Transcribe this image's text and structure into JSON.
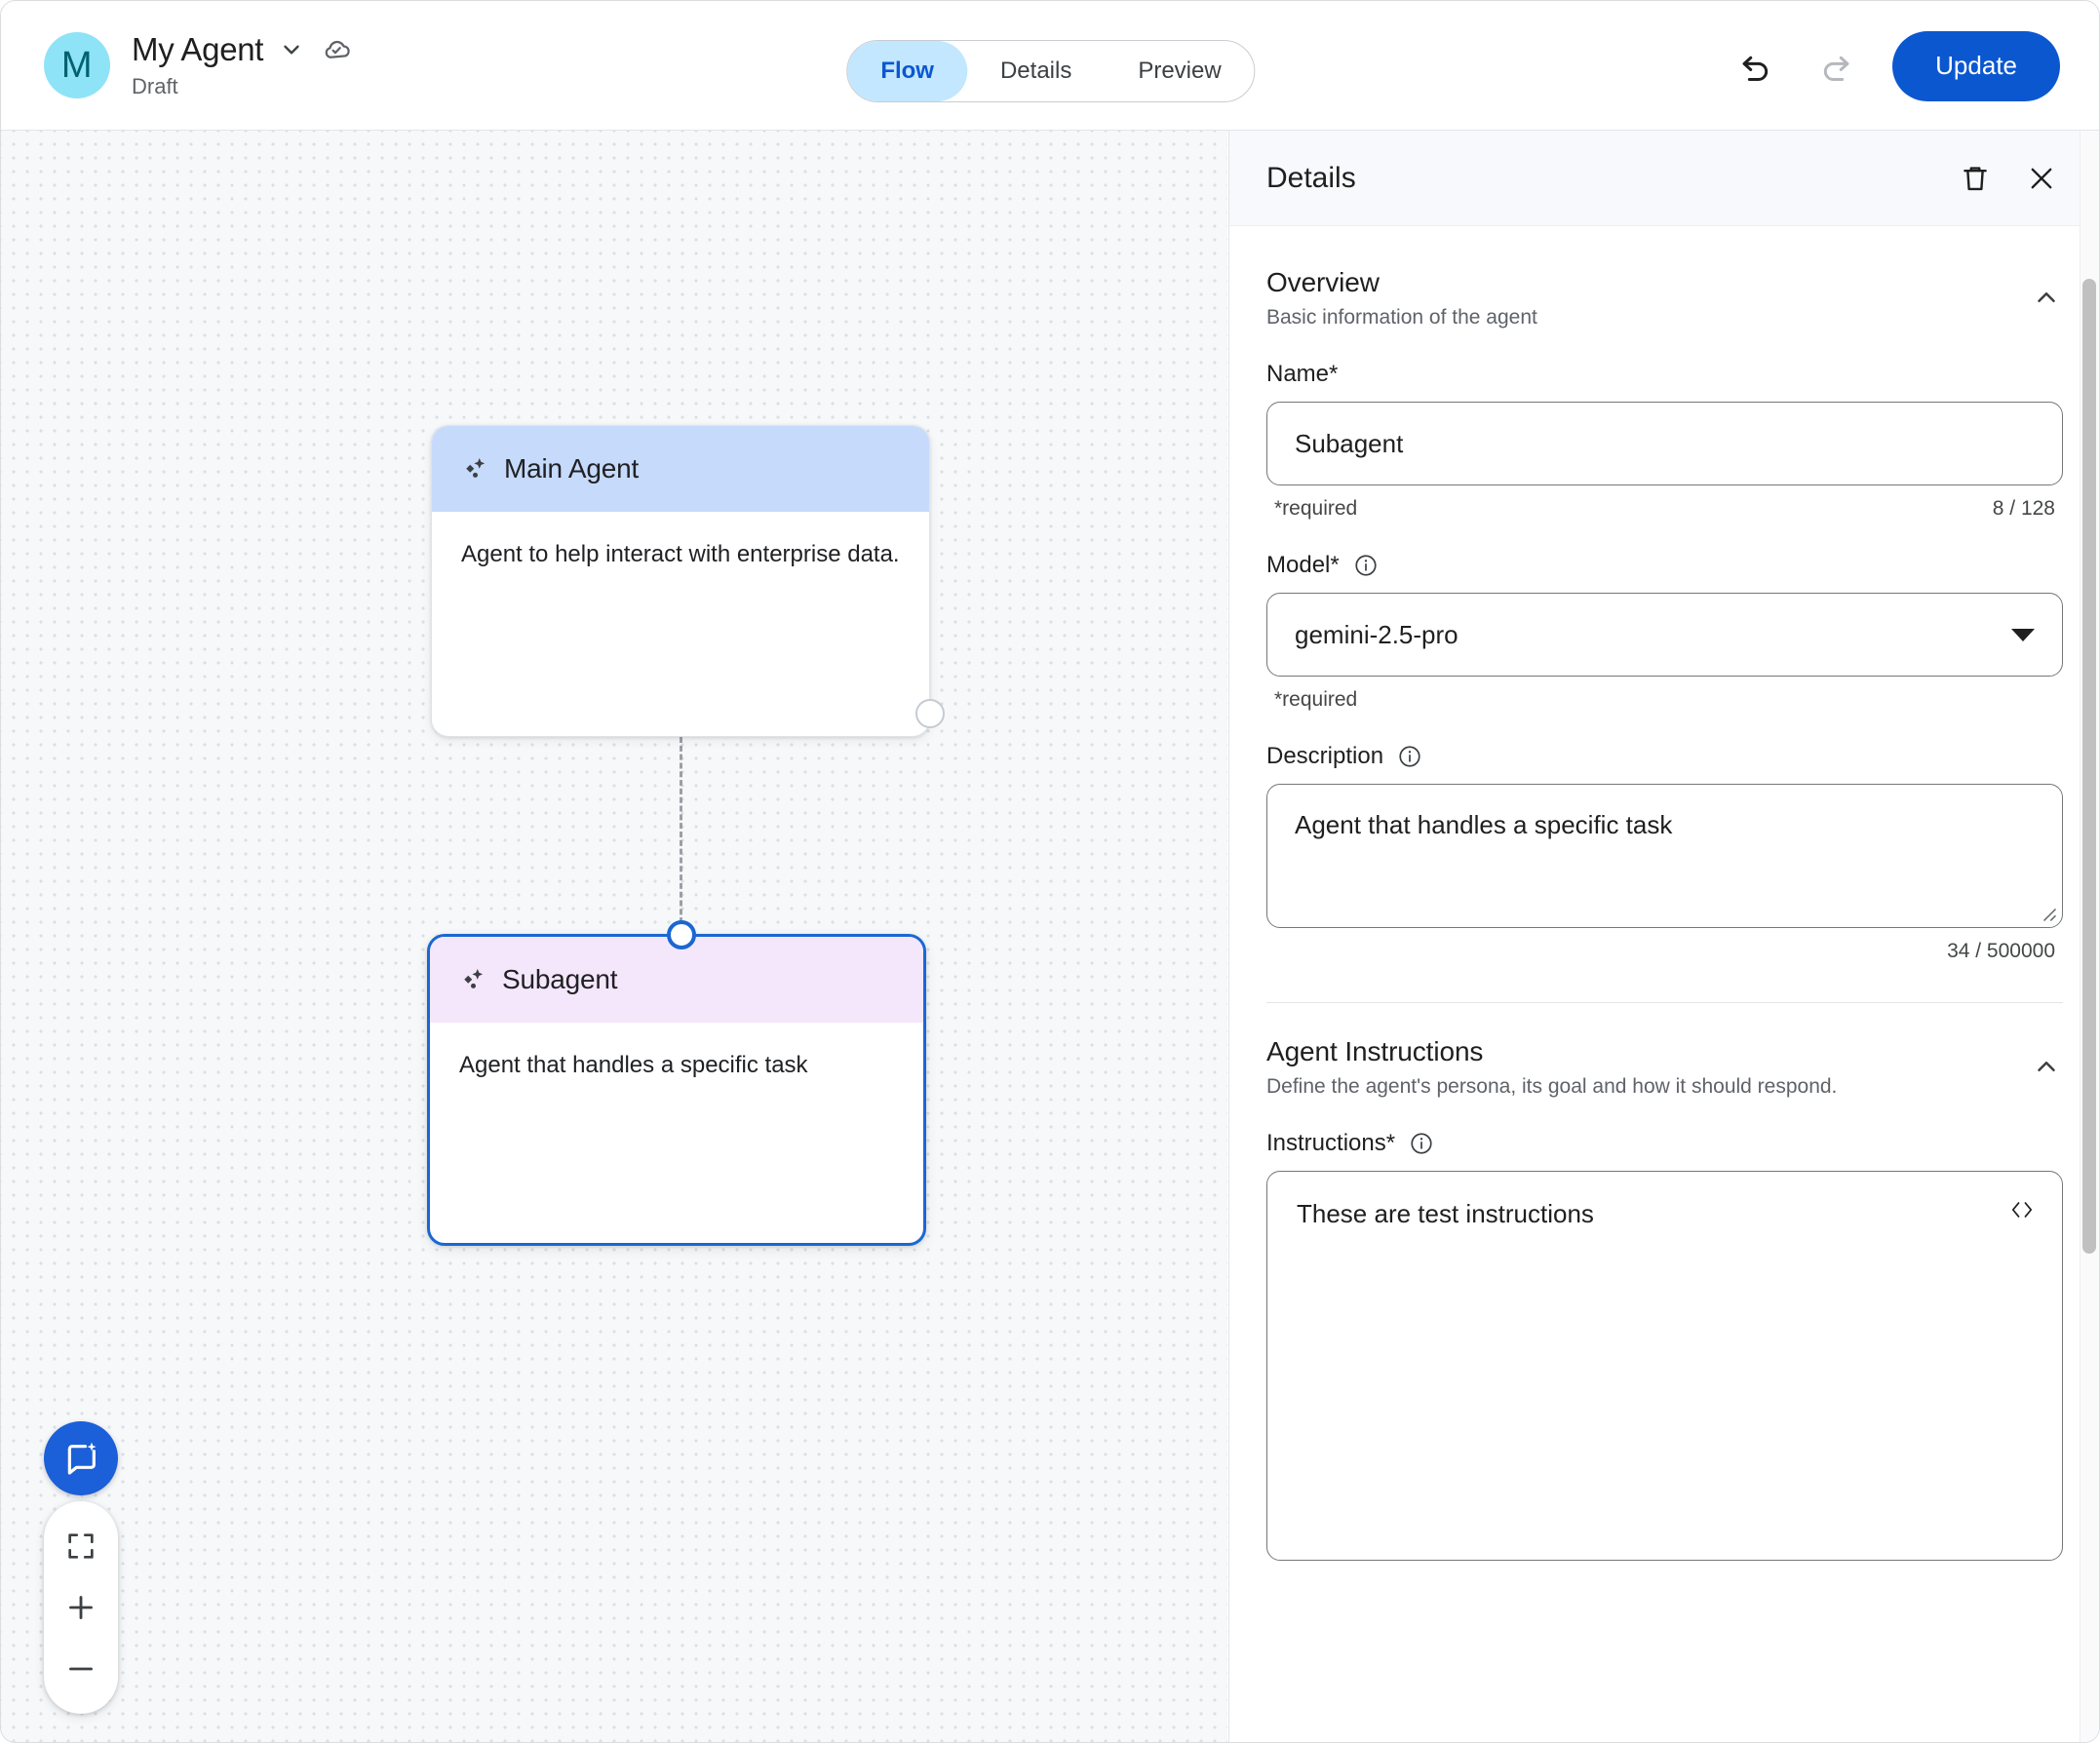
{
  "topbar": {
    "avatar_initial": "M",
    "agent_name": "My Agent",
    "status": "Draft",
    "chevron_icon": "chevron-down-icon",
    "cloud_icon": "cloud-saved-icon",
    "tabs": [
      {
        "label": "Flow",
        "active": true
      },
      {
        "label": "Details",
        "active": false
      },
      {
        "label": "Preview",
        "active": false
      }
    ],
    "undo_icon": "undo-icon",
    "redo_icon": "redo-icon",
    "update_label": "Update",
    "accent_color": "#0b57d0",
    "active_tab_bg": "#c2e7ff",
    "avatar_bg": "#8fe3f7"
  },
  "canvas": {
    "nodes": [
      {
        "title": "Main Agent",
        "body": "Agent to help interact with enterprise data.",
        "header_color": "#c6dafc",
        "selected": false
      },
      {
        "title": "Subagent",
        "body": "Agent that handles a specific task",
        "header_color": "#f5e7fb",
        "selected": true
      }
    ],
    "controls": {
      "assistant_label": "chat-sparkle-icon",
      "fit_label": "fit-to-screen-icon",
      "zoom_in_label": "+",
      "zoom_out_label": "−"
    },
    "background_color": "#f6f8fa",
    "dot_color": "#dcdfe3"
  },
  "panel": {
    "title": "Details",
    "delete_icon": "trash-icon",
    "close_icon": "close-icon",
    "sections": [
      {
        "title": "Overview",
        "subtitle": "Basic information of the agent",
        "collapse_icon": "chevron-up-icon"
      },
      {
        "title": "Agent Instructions",
        "subtitle": "Define the agent's persona, its goal and how it should respond.",
        "collapse_icon": "chevron-up-icon"
      }
    ],
    "name_field": {
      "label": "Name*",
      "value": "Subagent",
      "placeholder": "Name",
      "required_text": "*required",
      "counter": "8 / 128"
    },
    "model_field": {
      "label": "Model*",
      "value": "gemini-2.5-pro",
      "required_text": "*required",
      "info_icon": "info-icon",
      "caret_icon": "dropdown-caret-icon"
    },
    "description_field": {
      "label": "Description",
      "value": "Agent that handles a specific task",
      "placeholder": "Description",
      "counter": "34 / 500000",
      "info_icon": "info-icon"
    },
    "instructions_field": {
      "label": "Instructions*",
      "value": "These are test instructions",
      "placeholder": "Instructions",
      "info_icon": "info-icon",
      "code_toggle_icon": "code-brackets-icon"
    }
  }
}
